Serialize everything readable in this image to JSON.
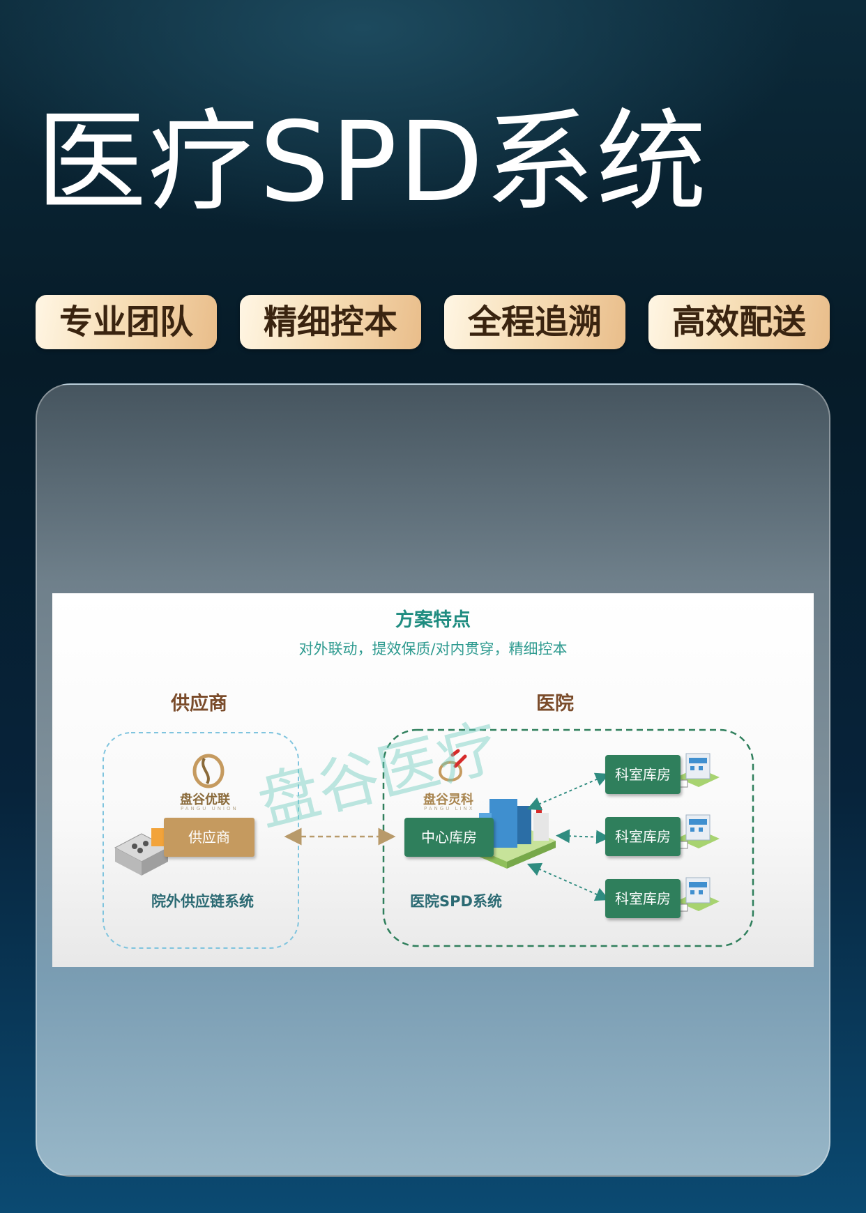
{
  "header": {
    "title": "医疗SPD系统"
  },
  "tags": [
    "专业团队",
    "精细控本",
    "全程追溯",
    "高效配送"
  ],
  "figure": {
    "title": "方案特点",
    "subtitle": "对外联动，提效保质/对内贯穿，精细控本",
    "supplier": {
      "heading": "供应商",
      "logo_name": "盘谷优联",
      "logo_sub": "PANGU UNION",
      "box_label": "供应商",
      "caption": "院外供应链系统"
    },
    "hospital": {
      "heading": "医院",
      "logo_name": "盘谷灵科",
      "logo_sub": "PANGU LINX",
      "center_label": "中心库房",
      "department_labels": [
        "科室库房",
        "科室库房",
        "科室库房"
      ],
      "caption": "医院SPD系统"
    },
    "watermark": "盘谷医疗",
    "colors": {
      "green": "#2f7f5c",
      "gold": "#c59a5f",
      "teal": "#1f8c80",
      "brown": "#7a4b2a"
    }
  }
}
